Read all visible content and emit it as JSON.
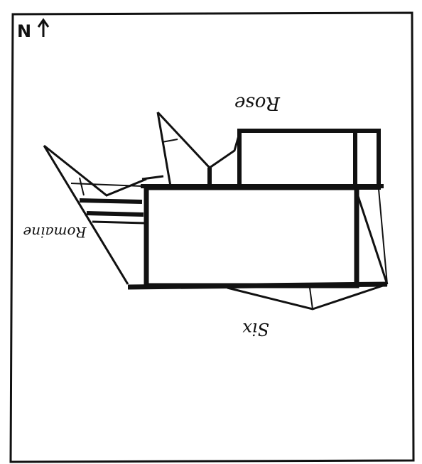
{
  "north_label": "N",
  "north_arrow_icon": "up-arrow-icon",
  "labels": {
    "top_street": "Rose",
    "left_street": "Romaine",
    "bottom_street": "Six"
  },
  "colors": {
    "ink": "#111111",
    "paper": "#ffffff"
  }
}
